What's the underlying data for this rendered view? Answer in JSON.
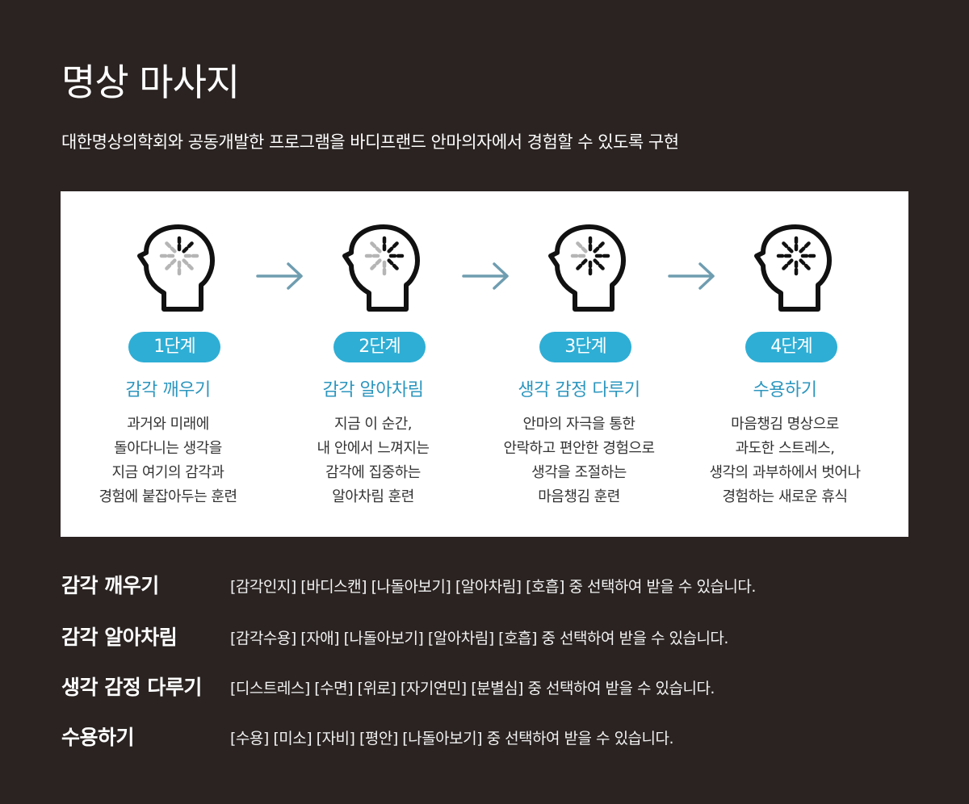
{
  "title": "명상 마사지",
  "subtitle": "대한명상의학회와 공동개발한 프로그램을 바디프랜드 안마의자에서 경험할 수 있도록 구현",
  "colors": {
    "background": "#2a2321",
    "badge": "#2eaed5",
    "step_title": "#2c96be",
    "arrow": "#6f9db0"
  },
  "steps": [
    {
      "badge": "1단계",
      "title": "감각 깨우기",
      "desc": [
        "과거와 미래에",
        "돌아다니는 생각을",
        "지금 여기의 감각과",
        "경험에 붙잡아두는 훈련"
      ],
      "icon": "head-mind-icon",
      "active_rays": 2
    },
    {
      "badge": "2단계",
      "title": "감각 알아차림",
      "desc": [
        "지금 이 순간,",
        "내 안에서 느껴지는",
        "감각에 집중하는",
        "알아차림 훈련"
      ],
      "icon": "head-mind-icon",
      "active_rays": 4
    },
    {
      "badge": "3단계",
      "title": "생각 감정 다루기",
      "desc": [
        "안마의 자극을 통한",
        "안락하고 편안한 경험으로",
        "생각을 조절하는",
        "마음챙김 훈련"
      ],
      "icon": "head-mind-icon",
      "active_rays": 6
    },
    {
      "badge": "4단계",
      "title": "수용하기",
      "desc": [
        "마음챙김 명상으로",
        "과도한 스트레스,",
        "생각의 과부하에서 벗어나",
        "경험하는 새로운 휴식"
      ],
      "icon": "head-mind-icon",
      "active_rays": 8
    }
  ],
  "options": [
    {
      "name": "감각 깨우기",
      "text": "[감각인지] [바디스캔] [나돌아보기] [알아차림] [호흡] 중 선택하여 받을 수 있습니다."
    },
    {
      "name": "감각 알아차림",
      "text": "[감각수용] [자애] [나돌아보기] [알아차림] [호흡] 중 선택하여 받을 수 있습니다."
    },
    {
      "name": "생각 감정 다루기",
      "text": "[디스트레스] [수면] [위로] [자기연민] [분별심] 중 선택하여 받을 수 있습니다."
    },
    {
      "name": "수용하기",
      "text": "[수용] [미소] [자비] [평안] [나돌아보기] 중 선택하여 받을 수 있습니다."
    }
  ]
}
